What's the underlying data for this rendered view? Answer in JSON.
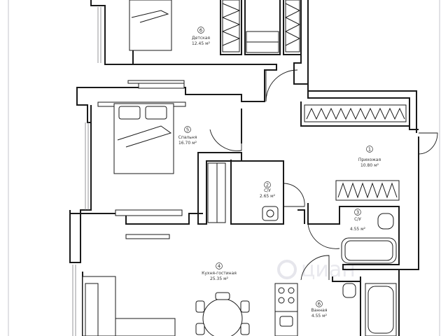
{
  "watermark": "циан",
  "rooms": [
    {
      "num": "6",
      "name": "Детская",
      "area": "12.45 м²"
    },
    {
      "num": "5",
      "name": "Спальня",
      "area": "16.70 м²"
    },
    {
      "num": "1",
      "name": "Прихожая",
      "area": "10.80 м²"
    },
    {
      "num": "2",
      "name": "С/У",
      "area": "2.65 м²"
    },
    {
      "num": "3",
      "name": "С/У",
      "area": "4.55 м²"
    },
    {
      "num": "4",
      "name": "Кухня-гостиная",
      "area": "25.35 м²"
    },
    {
      "num": "6",
      "name": "Ванная",
      "area": "4.55 м²"
    }
  ]
}
